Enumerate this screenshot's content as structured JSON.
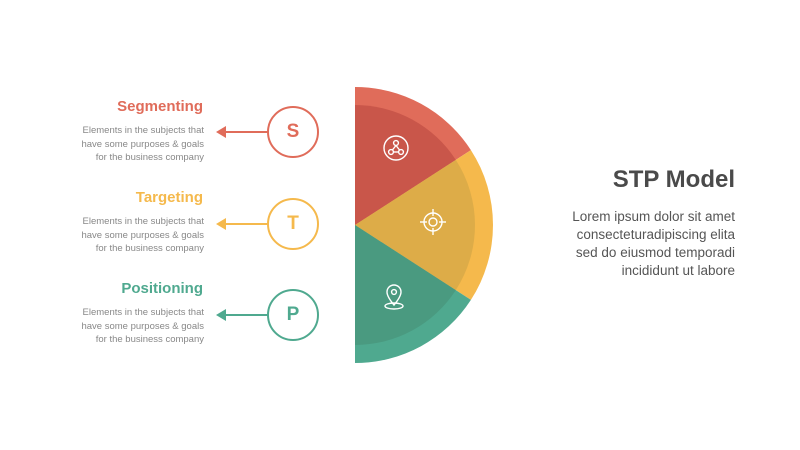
{
  "items": [
    {
      "title": "Segmenting",
      "letter": "S",
      "desc_lines": [
        "Elements in the subjects that",
        "have  some purposes & goals",
        "for the  business company"
      ],
      "color": "#e06c5a",
      "icon": "people-network-icon"
    },
    {
      "title": "Targeting",
      "letter": "T",
      "desc_lines": [
        "Elements in the subjects that",
        "have  some purposes & goals",
        "for the  business company"
      ],
      "color": "#f5b94c",
      "icon": "target-crosshair-icon"
    },
    {
      "title": "Positioning",
      "letter": "P",
      "desc_lines": [
        "Elements in the subjects that",
        "have  some purposes & goals",
        "for the  business company"
      ],
      "color": "#4fa98f",
      "icon": "location-pin-icon"
    }
  ],
  "side": {
    "title": "STP Model",
    "text_lines": [
      "Lorem ipsum dolor sit amet",
      "consecteturadipiscing elita",
      "sed do eiusmod temporadi",
      "incididunt ut labore"
    ]
  },
  "colors": {
    "inner_red": "#c9564a",
    "inner_yellow": "#ddac48",
    "inner_green": "#4a9a80",
    "text_gray": "#888888",
    "title_gray": "#4a4a4a"
  }
}
